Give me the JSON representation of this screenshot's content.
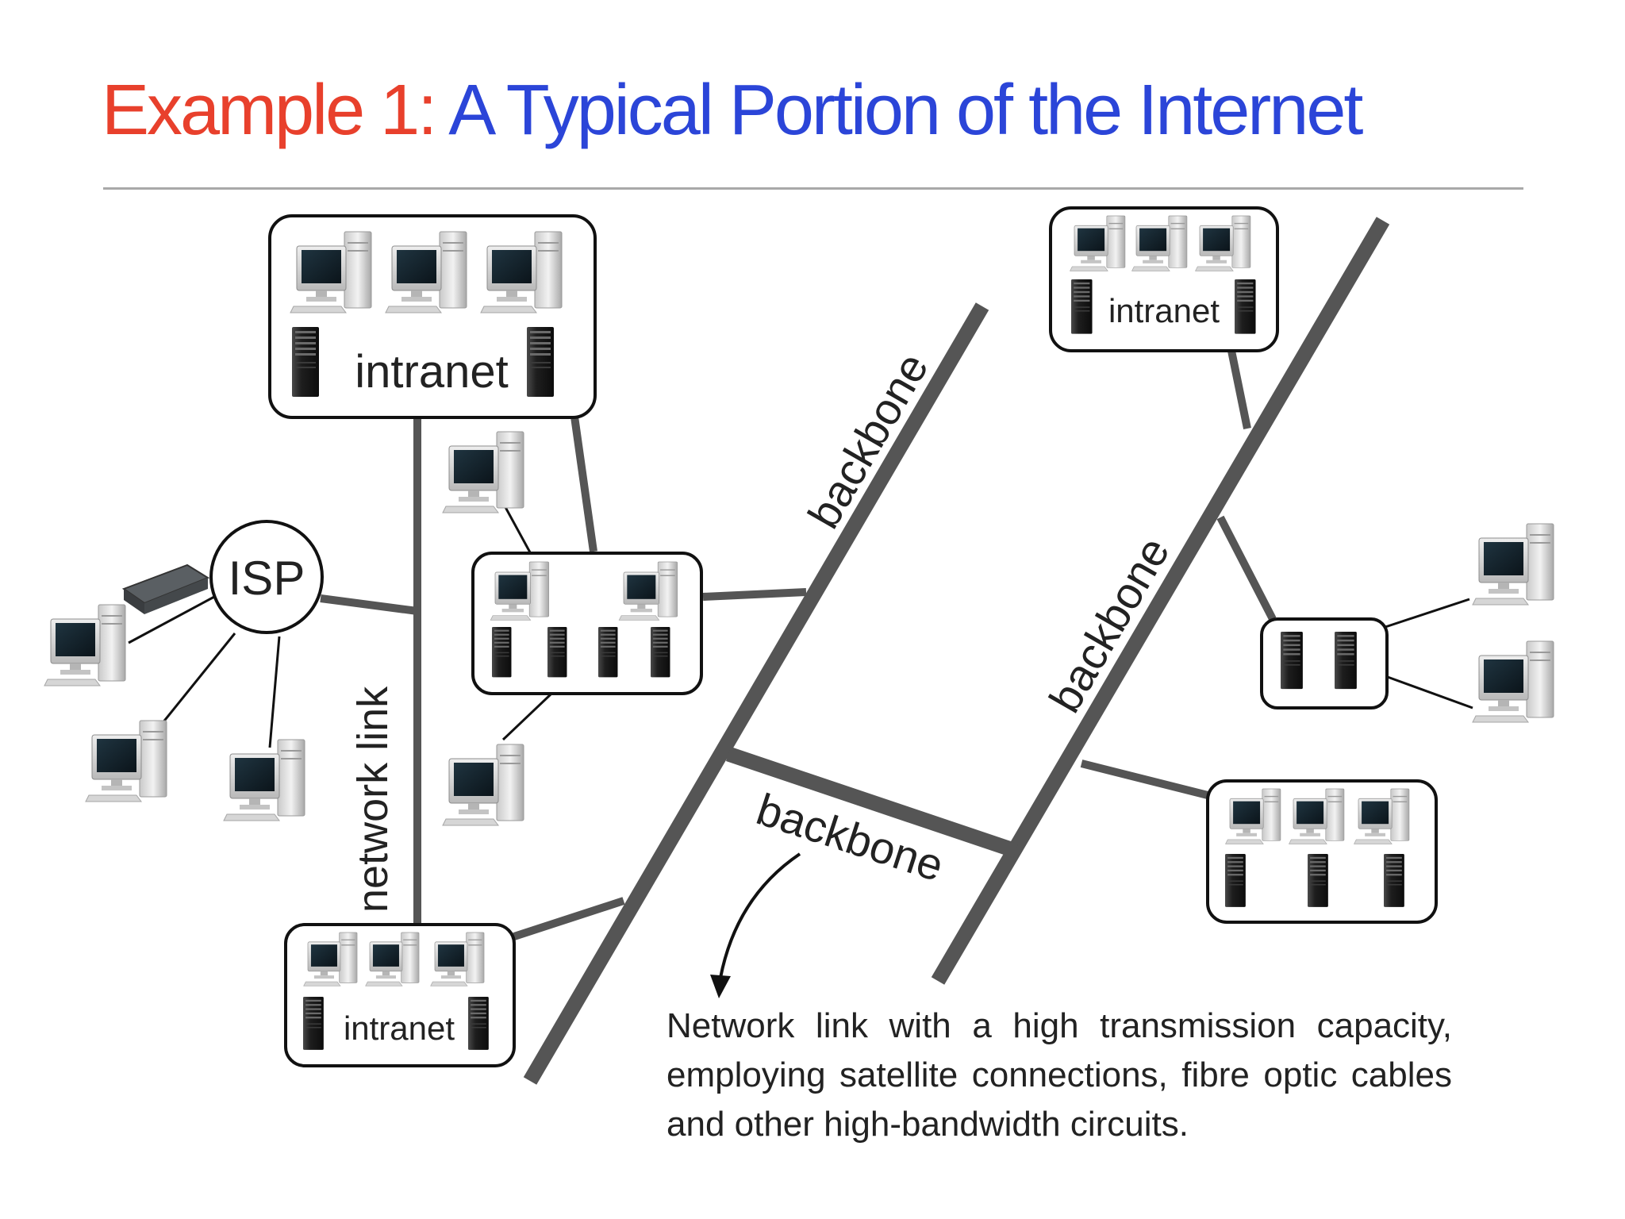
{
  "title": {
    "prefix": "Example 1:",
    "main": "A Typical Portion of the Internet",
    "prefix_color": "#e8402c",
    "main_color": "#2b45d8"
  },
  "diagram": {
    "labels": {
      "intranet_top": "intranet",
      "intranet_top_right": "intranet",
      "intranet_bottom": "intranet",
      "isp": "ISP",
      "network_link": "network link",
      "backbone_left": "backbone",
      "backbone_right": "backbone",
      "backbone_middle": "backbone"
    },
    "icons": [
      "desktop-computer-icon",
      "server-tower-icon",
      "modem-icon",
      "callout-arrow-icon"
    ],
    "colors": {
      "backbone": "#555555",
      "link": "#555555",
      "box_border": "#111111"
    }
  },
  "caption": {
    "line1": "Network link with a high transmission capacity,",
    "line2": "employing satellite connections, fibre optic cables",
    "line3": "and other high-bandwidth circuits."
  }
}
